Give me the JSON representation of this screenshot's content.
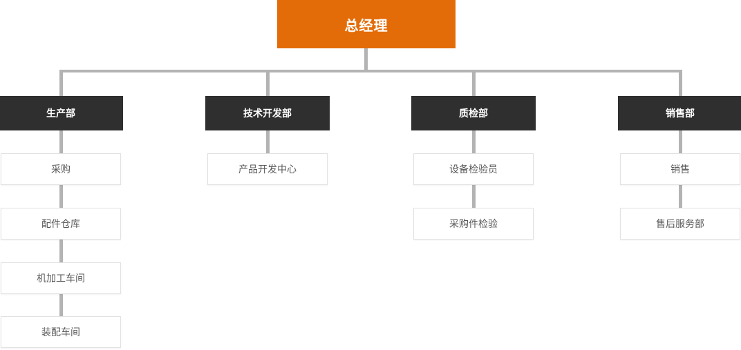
{
  "org_chart": {
    "root": {
      "label": "总经理"
    },
    "departments": [
      {
        "label": "生产部",
        "children": [
          "采购",
          "配件仓库",
          "机加工车间",
          "装配车间"
        ]
      },
      {
        "label": "技术开发部",
        "children": [
          "产品开发中心"
        ]
      },
      {
        "label": "质检部",
        "children": [
          "设备检验员",
          "采购件检验"
        ]
      },
      {
        "label": "销售部",
        "children": [
          "销售",
          "售后服务部"
        ]
      }
    ],
    "colors": {
      "root_background": "#e36c09",
      "department_background": "#2f2f2f",
      "connector": "#b3b3b3",
      "leaf_border": "#e2e2e2",
      "leaf_text": "#595959",
      "root_text": "#ffffff",
      "department_text": "#ffffff"
    }
  }
}
